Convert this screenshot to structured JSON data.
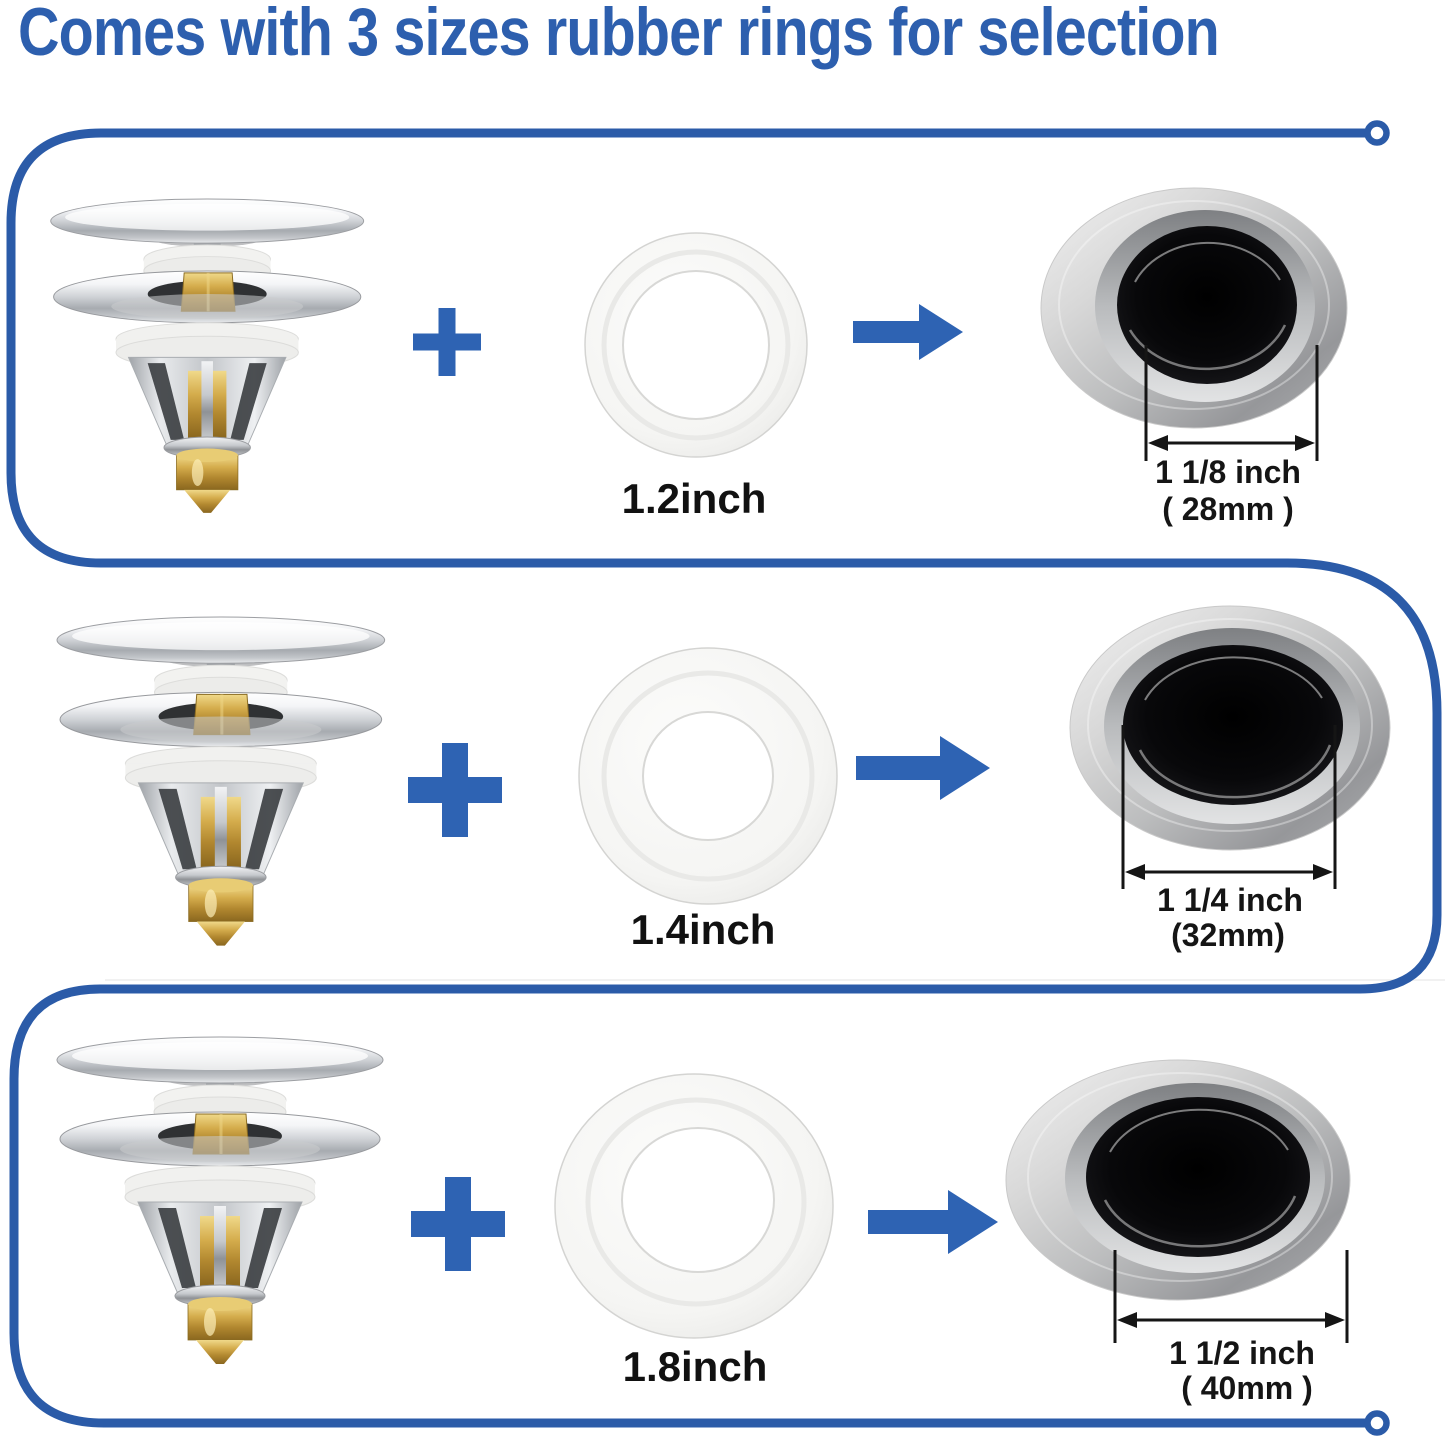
{
  "title": "Comes with 3 sizes rubber rings for selection",
  "colors": {
    "title_blue": "#2d5fae",
    "flow_line_blue": "#2b5ba8",
    "plus_arrow_blue": "#2e63b3",
    "measurement_black": "#151515"
  },
  "icons": {
    "plus": "plus-icon",
    "arrow": "arrow-right-icon",
    "flow_line": "serpentine-flow-line",
    "flow_endpoints": "circle-endpoint"
  },
  "rows": [
    {
      "stopper": "pop-up drain stopper",
      "plus": "+",
      "ring_size": "1.2inch",
      "hole_inch": "1 1/8 inch",
      "hole_mm": "( 28mm )"
    },
    {
      "stopper": "pop-up drain stopper",
      "plus": "+",
      "ring_size": "1.4inch",
      "hole_inch": "1 1/4 inch",
      "hole_mm": "(32mm)"
    },
    {
      "stopper": "pop-up drain stopper",
      "plus": "+",
      "ring_size": "1.8inch",
      "hole_inch": "1 1/2 inch",
      "hole_mm": "( 40mm )"
    }
  ]
}
